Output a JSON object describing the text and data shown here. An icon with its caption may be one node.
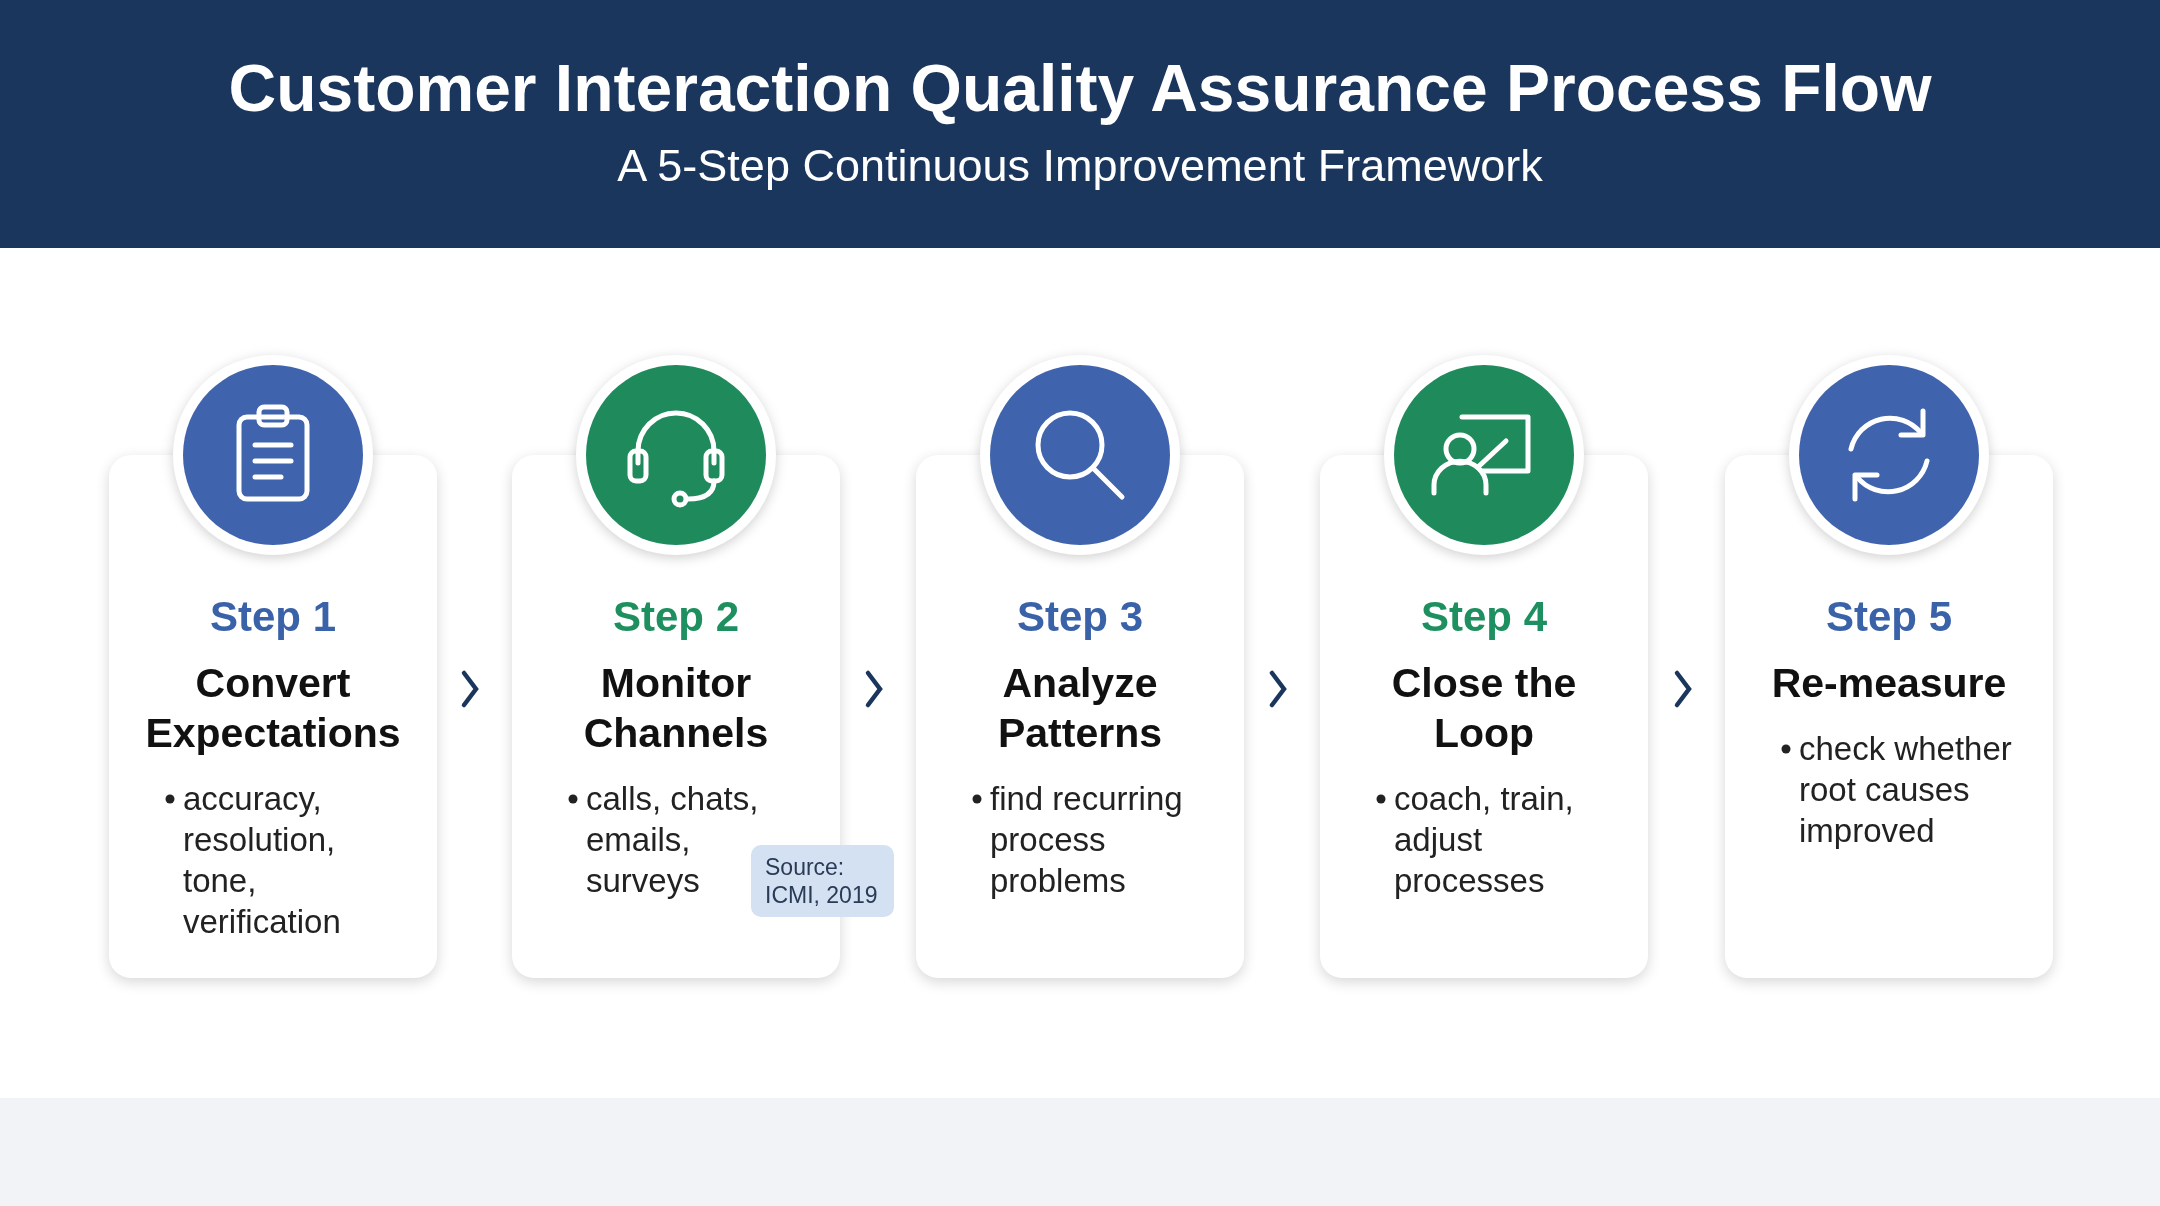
{
  "diagram": {
    "title": "Customer Interaction Quality Assurance Process Flow",
    "caption": "A 5-Step Continuous Improvement Framework",
    "nodes": [
      {
        "text": [
          "Step 1",
          "Convert Expectations",
          "accuracy, resolution, tone, verification"
        ]
      },
      {
        "text": [
          "Step 2",
          "Monitor Channels",
          "calls, chats, emails, surveys"
        ]
      },
      {
        "text": [
          "Step 3",
          "Analyze Patterns",
          "find recurring process problems"
        ]
      },
      {
        "text": [
          "Step 4",
          "Close the Loop",
          "coach, train, adjust processes"
        ]
      },
      {
        "text": [
          "Step 5",
          "Re-measure",
          "check whether root causes improved"
        ]
      }
    ],
    "edges": [
      {
        "from": 0,
        "to": 1,
        "arrow": "to"
      },
      {
        "from": 1,
        "to": 2,
        "arrow": "to"
      },
      {
        "from": 2,
        "to": 3,
        "arrow": "to"
      },
      {
        "from": 3,
        "to": 4,
        "arrow": "to"
      }
    ],
    "labels": [
      "Source: ICMI, 2019"
    ]
  }
}
